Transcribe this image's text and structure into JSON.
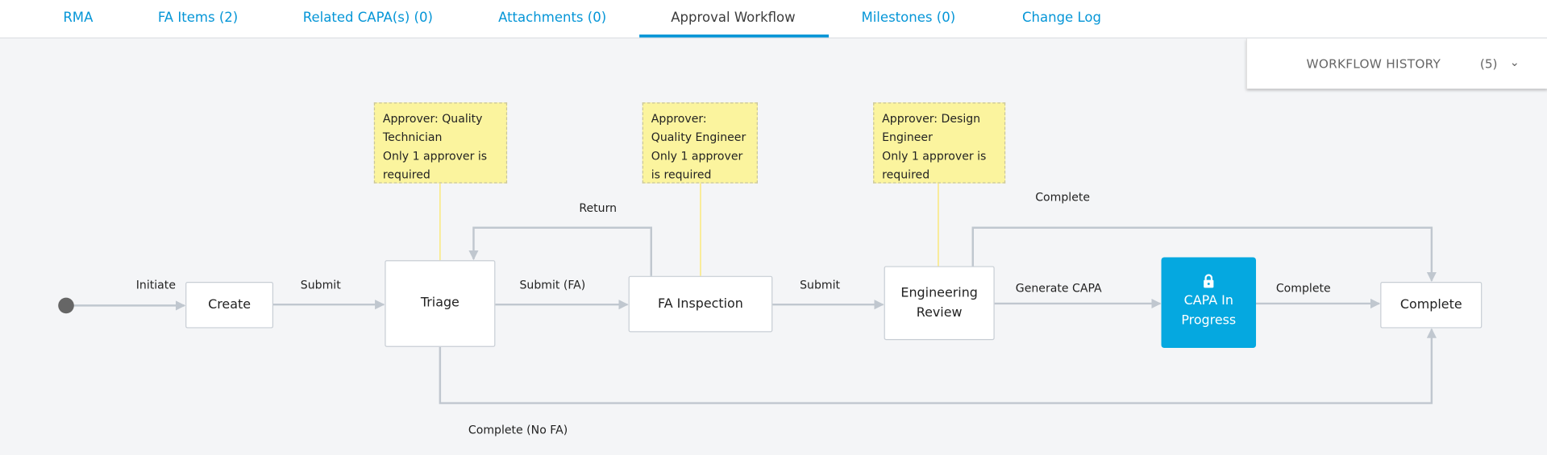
{
  "tabs": [
    {
      "label": "RMA",
      "active": false
    },
    {
      "label": "FA Items (2)",
      "active": false
    },
    {
      "label": "Related CAPA(s) (0)",
      "active": false
    },
    {
      "label": "Attachments (0)",
      "active": false
    },
    {
      "label": "Approval Workflow",
      "active": true
    },
    {
      "label": "Milestones (0)",
      "active": false
    },
    {
      "label": "Change Log",
      "active": false
    }
  ],
  "workflow_history": {
    "title": "WORKFLOW HISTORY",
    "count": "(5)",
    "icon": "chevron-down-icon"
  },
  "nodes": {
    "create": "Create",
    "triage": "Triage",
    "fa_inspection": "FA Inspection",
    "engineering_review": [
      "Engineering",
      "Review"
    ],
    "capa_in_progress": [
      "CAPA In",
      "Progress"
    ],
    "complete": "Complete"
  },
  "active_node_icon": "lock-icon",
  "notes": [
    [
      "Approver: Quality",
      "Technician",
      "Only 1 approver is",
      "required"
    ],
    [
      "Approver:",
      "Quality Engineer",
      "Only 1 approver",
      "is required"
    ],
    [
      "Approver: Design",
      "Engineer",
      "Only 1 approver is",
      "required"
    ]
  ],
  "transitions": {
    "initiate": "Initiate",
    "submit1": "Submit",
    "submit_fa": "Submit (FA)",
    "submit2": "Submit",
    "generate_capa": "Generate CAPA",
    "complete1": "Complete",
    "return": "Return",
    "complete_top": "Complete",
    "complete_no_fa": "Complete (No FA)"
  },
  "colors": {
    "accent": "#0696d7",
    "active_node": "#05a8e0",
    "note": "#fbf49e",
    "connector": "#c0c7cf"
  }
}
